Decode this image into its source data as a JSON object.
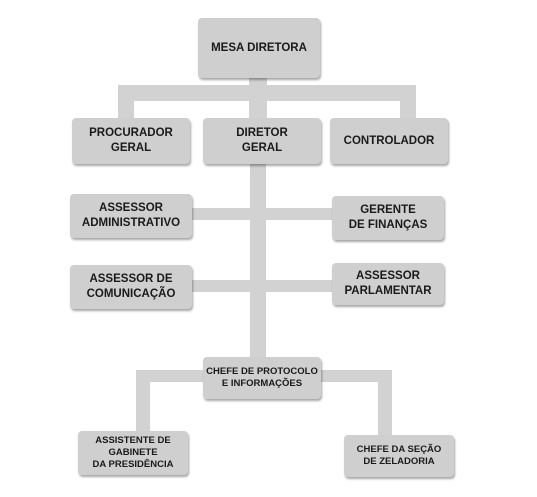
{
  "diagram": {
    "colors": {
      "box": "#cfcfcf",
      "connector": "#d2d2d2",
      "text": "#1a1a1a"
    },
    "nodes": {
      "mesa": {
        "lines": [
          "MESA DIRETORA"
        ]
      },
      "procurador": {
        "lines": [
          "PROCURADOR",
          "GERAL"
        ]
      },
      "diretor": {
        "lines": [
          "DIRETOR",
          "GERAL"
        ]
      },
      "controlador": {
        "lines": [
          "CONTROLADOR"
        ]
      },
      "assessor_adm": {
        "lines": [
          "ASSESSOR",
          "ADMINISTRATIVO"
        ]
      },
      "gerente": {
        "lines": [
          "GERENTE",
          "DE FINANÇAS"
        ]
      },
      "assessor_com": {
        "lines": [
          "ASSESSOR DE",
          "COMUNICAÇÃO"
        ]
      },
      "assessor_parl": {
        "lines": [
          "ASSESSOR",
          "PARLAMENTAR"
        ]
      },
      "chefe_protocolo": {
        "lines": [
          "CHEFE DE PROTOCOLO",
          "E INFORMAÇÕES"
        ]
      },
      "assistente": {
        "lines": [
          "ASSISTENTE DE",
          "GABINETE",
          "DA PRESIDÊNCIA"
        ]
      },
      "chefe_zeladoria": {
        "lines": [
          "CHEFE DA SEÇÃO",
          "DE ZELADORIA"
        ]
      }
    },
    "edges": [
      [
        "mesa",
        "procurador"
      ],
      [
        "mesa",
        "diretor"
      ],
      [
        "mesa",
        "controlador"
      ],
      [
        "diretor",
        "assessor_adm"
      ],
      [
        "diretor",
        "gerente"
      ],
      [
        "diretor",
        "assessor_com"
      ],
      [
        "diretor",
        "assessor_parl"
      ],
      [
        "diretor",
        "chefe_protocolo"
      ],
      [
        "chefe_protocolo",
        "assistente"
      ],
      [
        "chefe_protocolo",
        "chefe_zeladoria"
      ]
    ]
  }
}
